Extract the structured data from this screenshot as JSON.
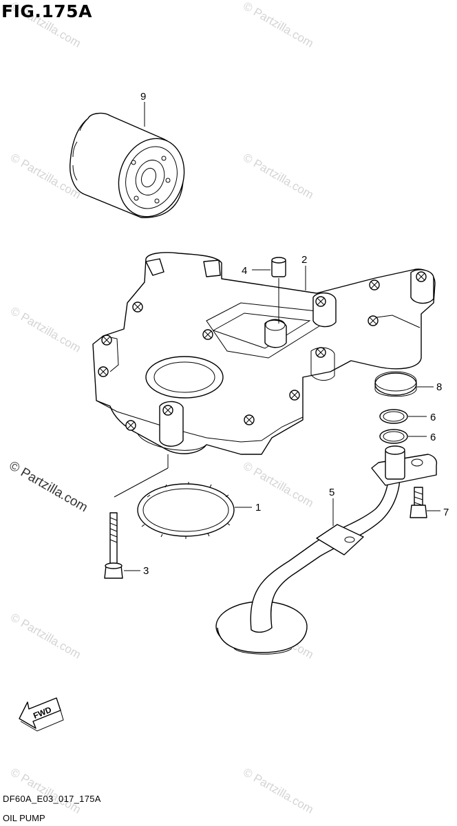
{
  "figure": {
    "title": "FIG.175A",
    "code": "DF60A_E03_017_175A",
    "name": "OIL PUMP"
  },
  "callouts": [
    "9",
    "4",
    "2",
    "8",
    "6",
    "6",
    "1",
    "5",
    "7",
    "3"
  ],
  "watermarks": [
    "© Partzilla.com"
  ],
  "fwd_label": "FWD"
}
